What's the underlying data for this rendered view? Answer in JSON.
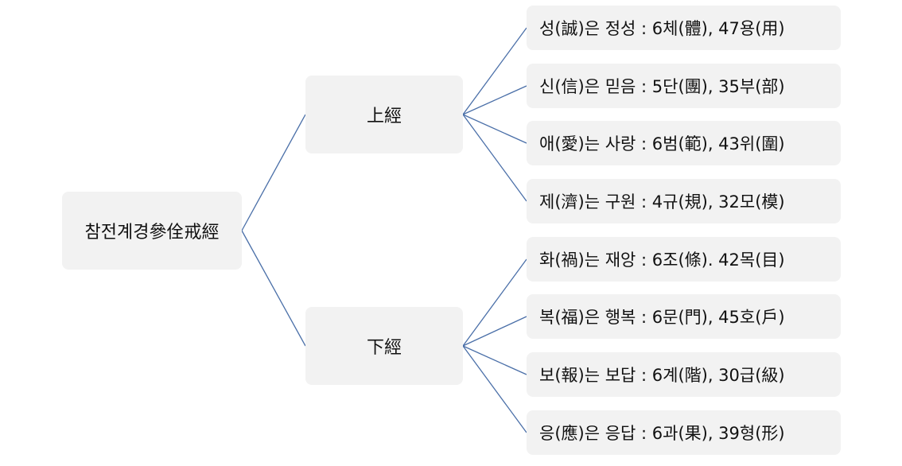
{
  "root": {
    "label": "참전계경參佺戒經"
  },
  "branches": [
    {
      "label": "上經",
      "items": [
        "성(誠)은 정성 : 6체(體), 47용(用)",
        "신(信)은 믿음 : 5단(團), 35부(部)",
        "애(愛)는 사랑 : 6범(範), 43위(圍)",
        "제(濟)는 구원 : 4규(規), 32모(模)"
      ]
    },
    {
      "label": "下經",
      "items": [
        "화(禍)는 재앙 : 6조(條). 42목(目)",
        "복(福)은 행복 : 6문(門), 45호(戶)",
        "보(報)는 보답 : 6계(階), 30급(級)",
        "응(應)은 응답 : 6과(果), 39형(形)"
      ]
    }
  ]
}
